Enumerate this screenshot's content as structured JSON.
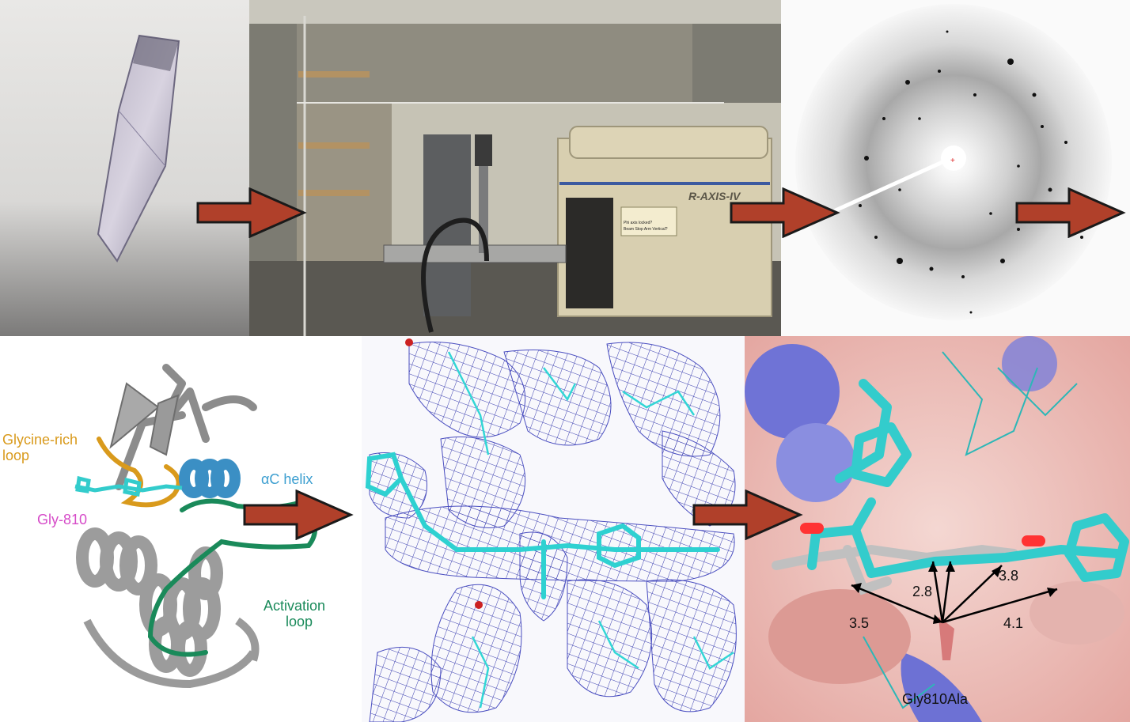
{
  "colors": {
    "glycine_loop": "#d99a1c",
    "ac_helix": "#3b8fc4",
    "gly810": "#d64bc8",
    "activation_loop": "#1a8a5a",
    "arrow_fill": "#b0402a",
    "mesh": "#3b3fb0",
    "ligand": "#33cccc"
  },
  "panels": {
    "crystal": {
      "icon": "crystal-photo"
    },
    "instrument": {
      "brand_label": "R-AXIS-IV",
      "sticker_lines": [
        "Phi axis locked?",
        "Beam Stop Arm Vertical?"
      ]
    },
    "diffraction": {
      "icon": "diffraction-pattern"
    },
    "structure": {
      "labels": {
        "glycine_loop": [
          "Glycine-rich",
          "loop"
        ],
        "ac_helix": "αC helix",
        "gly810": "Gly-810",
        "activation_loop": [
          "Activation",
          "loop"
        ]
      }
    },
    "density": {
      "icon": "electron-density-map"
    },
    "closeup": {
      "distances": [
        "2.8",
        "3.8",
        "3.5",
        "4.1"
      ],
      "mutation_label": "Gly810Ala"
    }
  }
}
